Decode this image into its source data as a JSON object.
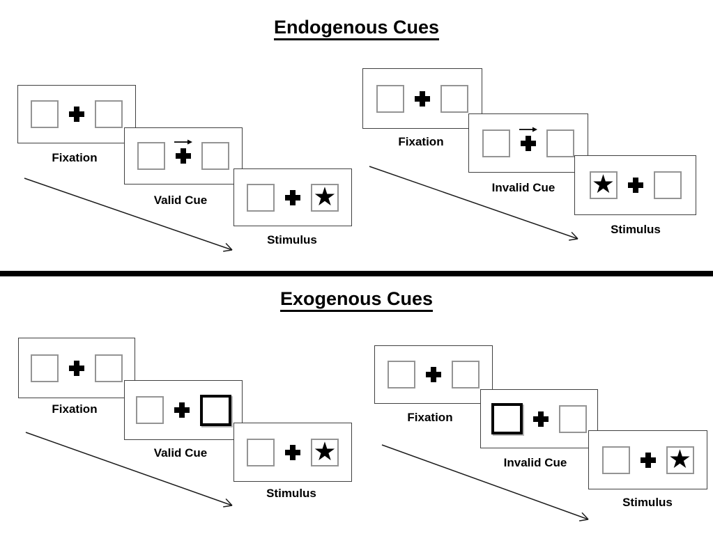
{
  "glyphs": {
    "star": "★"
  },
  "sections": [
    {
      "title": "Endogenous Cues",
      "valid": {
        "fixation": "Fixation",
        "cue": "Valid Cue",
        "stimulus": "Stimulus"
      },
      "invalid": {
        "fixation": "Fixation",
        "cue": "Invalid Cue",
        "stimulus": "Stimulus"
      }
    },
    {
      "title": "Exogenous Cues",
      "valid": {
        "fixation": "Fixation",
        "cue": "Valid Cue",
        "stimulus": "Stimulus"
      },
      "invalid": {
        "fixation": "Fixation",
        "cue": "Invalid Cue",
        "stimulus": "Stimulus"
      }
    }
  ],
  "colors": {
    "box_border": "#949494",
    "panel_border": "#3f3f3f",
    "cue_highlight": "#000000",
    "divider": "#000000",
    "text": "#000000"
  }
}
